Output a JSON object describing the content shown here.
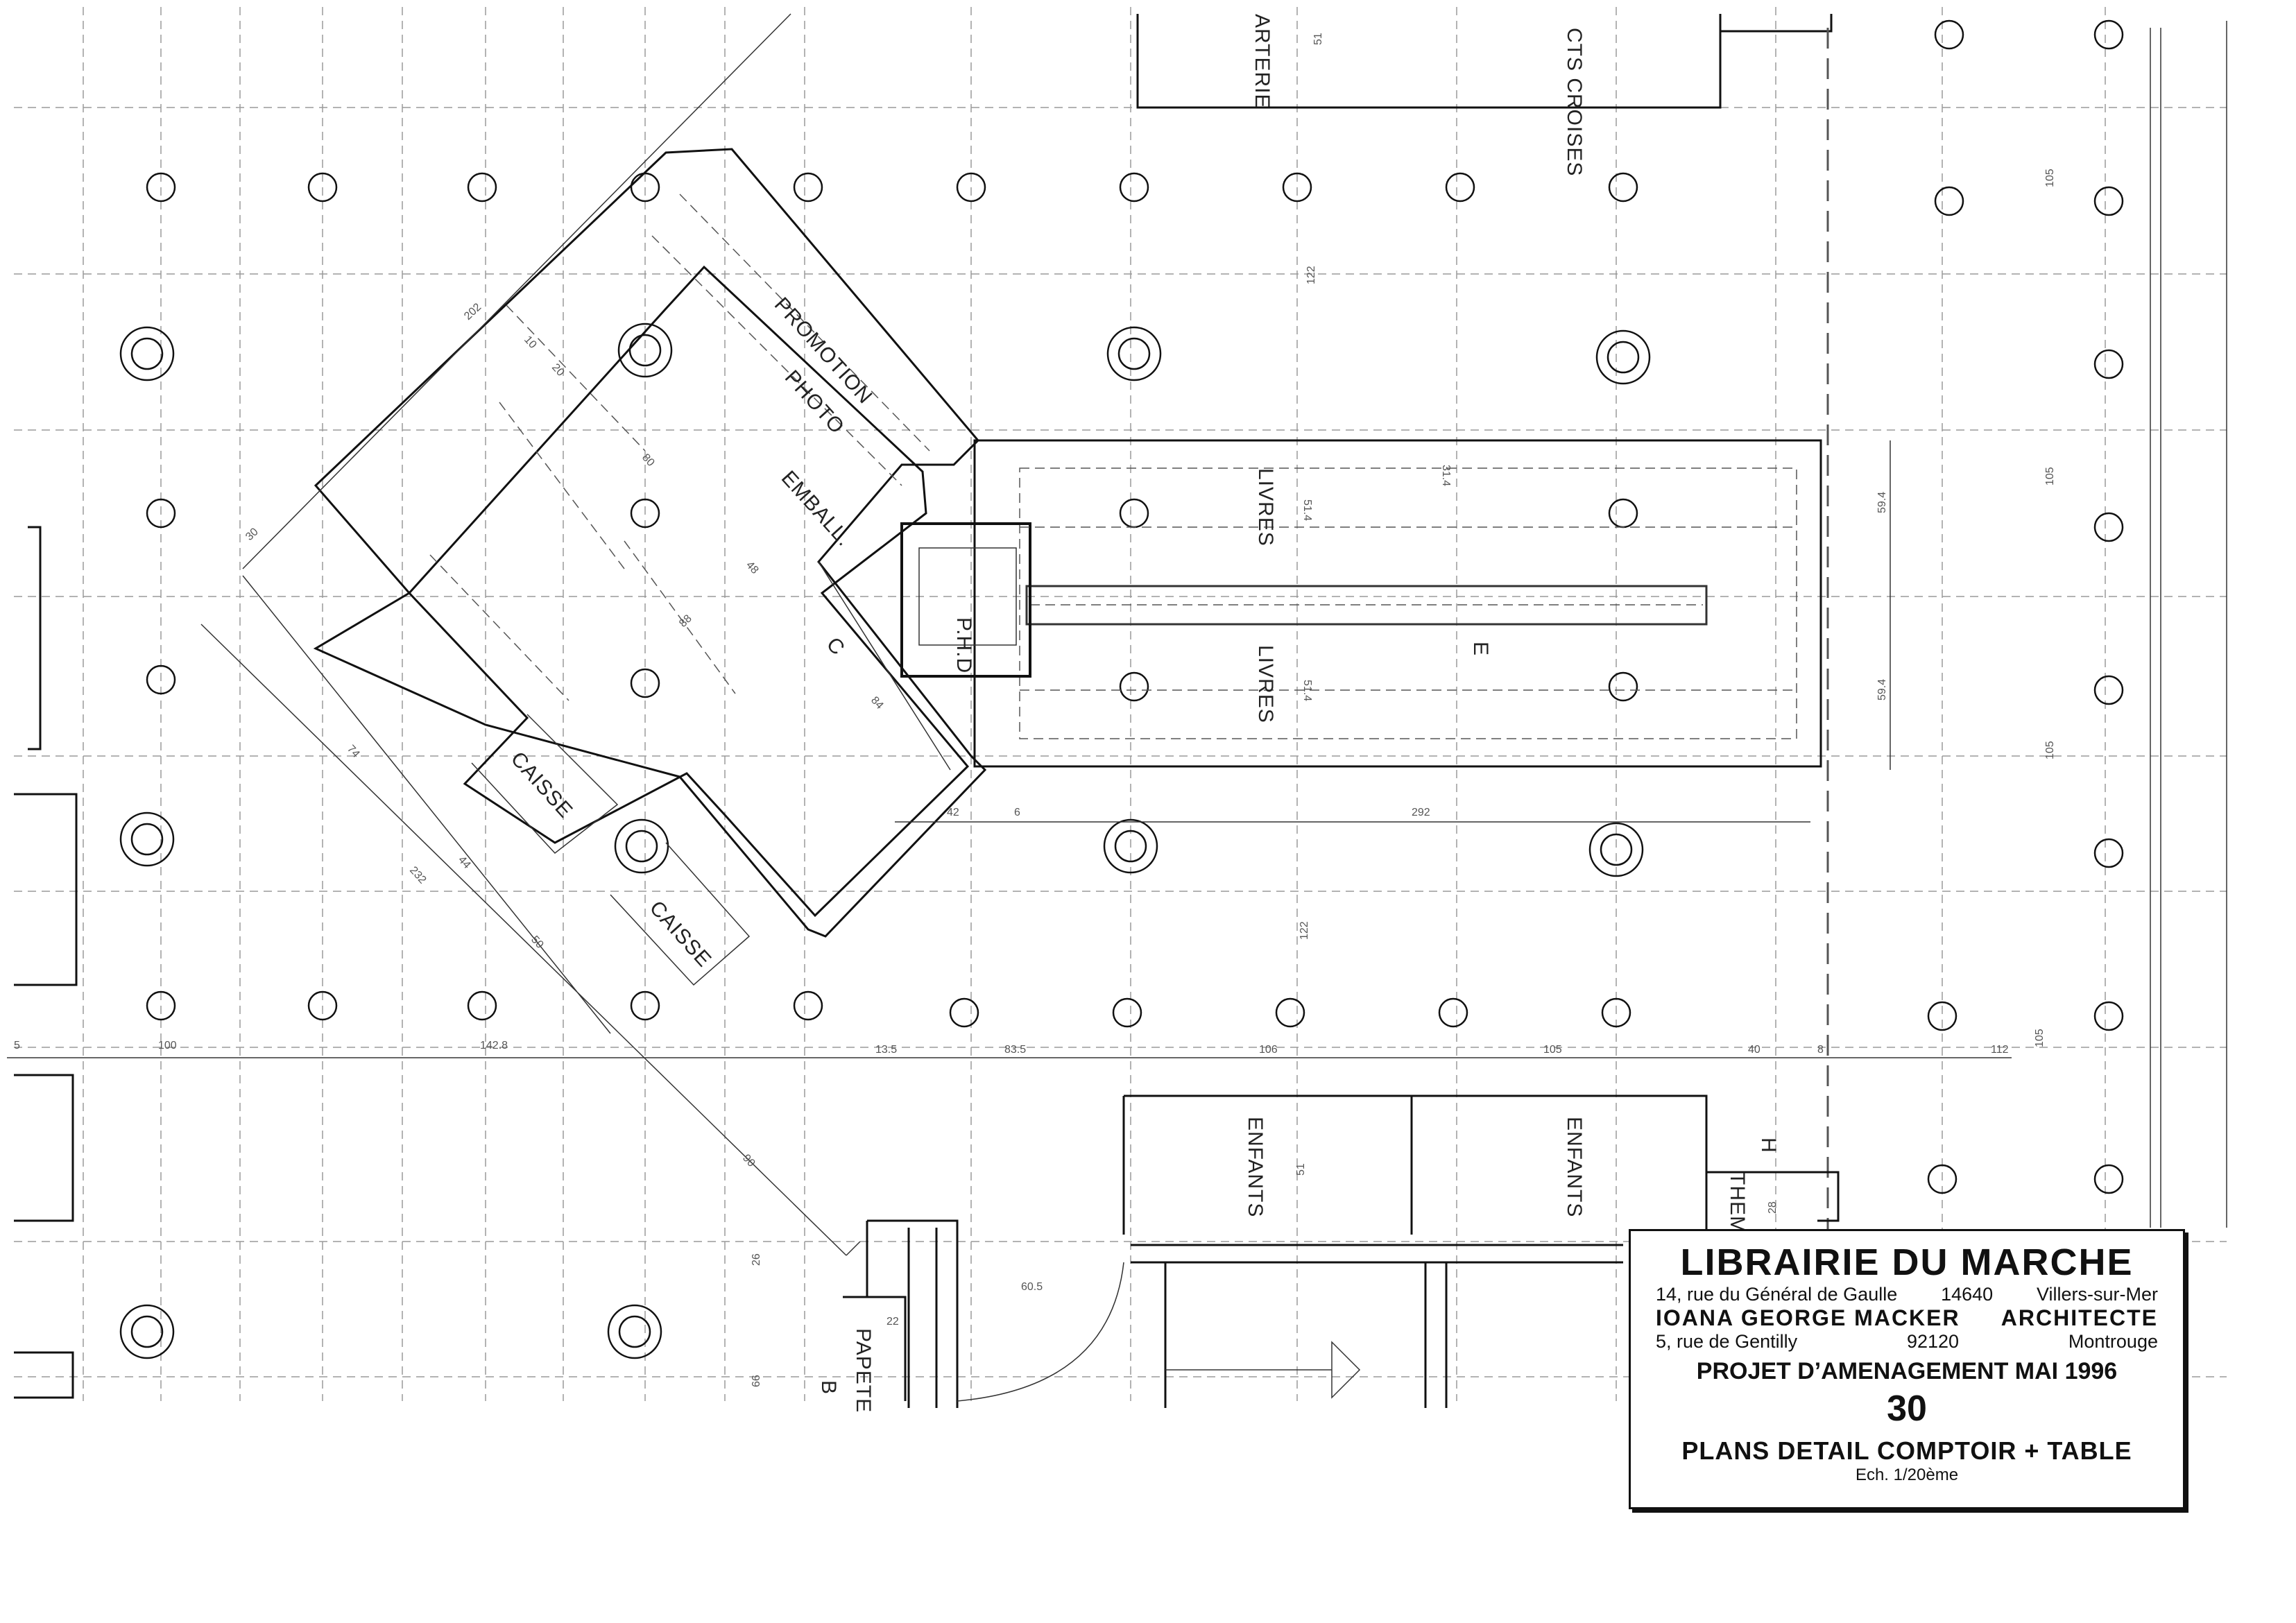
{
  "title_block": {
    "shop_name": "LIBRAIRIE DU MARCHE",
    "shop_address": "14, rue du Général de Gaulle",
    "shop_postcode": "14640",
    "shop_city": "Villers-sur-Mer",
    "architect_name": "IOANA GEORGE MACKER",
    "architect_role": "ARCHITECTE",
    "architect_address": "5, rue de Gentilly",
    "architect_postcode": "92120",
    "architect_city": "Montrouge",
    "project": "PROJET D’AMENAGEMENT MAI 1996",
    "sheet_number": "30",
    "sheet_title": "PLANS DETAIL COMPTOIR + TABLE",
    "scale": "Ech. 1/20ème"
  },
  "labels": {
    "promotion": "PROMOTION",
    "photo": "PHOTO",
    "emball": "EMBALL.",
    "c": "C",
    "caisse_1": "CAISSE",
    "caisse_2": "CAISSE",
    "livres_1": "LIVRES",
    "livres_2": "LIVRES",
    "phd": "P.H.D",
    "e": "E",
    "enfants_1": "ENFANTS",
    "enfants_2": "ENFANTS",
    "papeterie": "PAPETE",
    "b": "B",
    "h": "H",
    "theme": "THEM",
    "arterie": "ARTERIE",
    "croisees": "CTS CROISES"
  },
  "dimensions": {
    "d_100": "100",
    "d_142_8": "142.8",
    "d_13_5": "13.5",
    "d_83_5": "83.5",
    "d_106": "106",
    "d_105": "105",
    "d_40": "40",
    "d_8": "8",
    "d_112": "112",
    "d_42": "42",
    "d_6": "6",
    "d_292": "292",
    "d_60_5": "60.5",
    "d_202": "202",
    "d_30": "30",
    "d_232": "232",
    "d_90": "90",
    "d_74": "74",
    "d_44": "44",
    "d_50": "50",
    "d_10": "10",
    "d_20": "20",
    "d_88": "88",
    "d_84": "84",
    "d_48": "48",
    "d_80": "80",
    "d_31_4": "31.4",
    "d_51_4": "51.4",
    "d_59_4": "59.4",
    "d_122": "122",
    "d_51": "51",
    "d_28": "28",
    "d_26": "26",
    "d_66": "66",
    "d_22": "22",
    "d_5": "5"
  }
}
